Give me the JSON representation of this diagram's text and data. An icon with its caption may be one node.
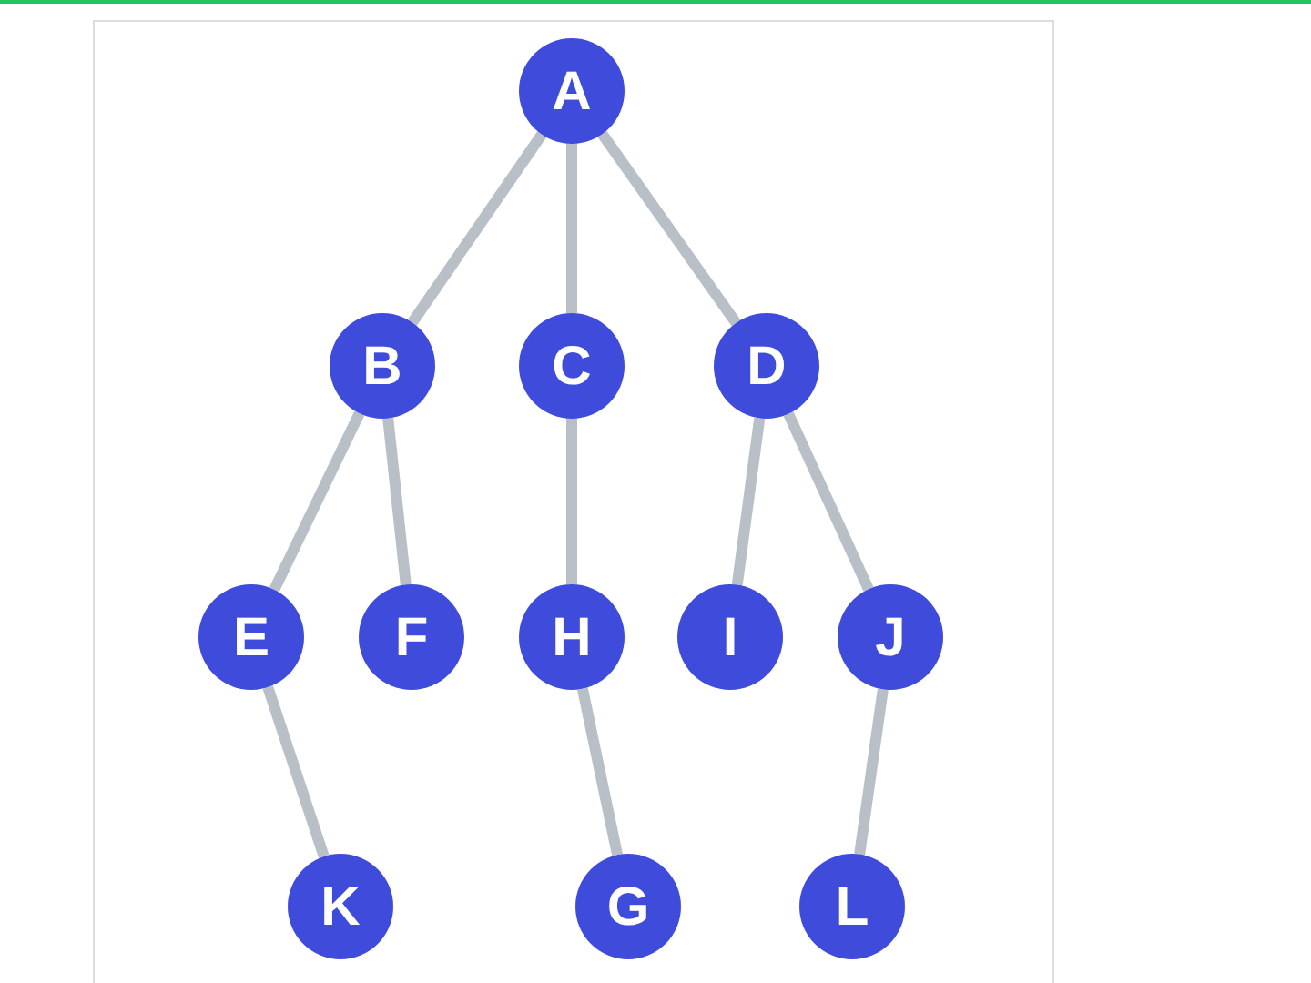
{
  "diagram": {
    "nodes": [
      {
        "text": [
          "A"
        ]
      },
      {
        "text": [
          "B"
        ]
      },
      {
        "text": [
          "C"
        ]
      },
      {
        "text": [
          "D"
        ]
      },
      {
        "text": [
          "E"
        ]
      },
      {
        "text": [
          "F"
        ]
      },
      {
        "text": [
          "H"
        ]
      },
      {
        "text": [
          "I"
        ]
      },
      {
        "text": [
          "J"
        ]
      },
      {
        "text": [
          "K"
        ]
      },
      {
        "text": [
          "G"
        ]
      },
      {
        "text": [
          "L"
        ]
      }
    ],
    "edges": [
      {
        "from": 0,
        "to": 1,
        "arrow": "none"
      },
      {
        "from": 0,
        "to": 2,
        "arrow": "none"
      },
      {
        "from": 0,
        "to": 3,
        "arrow": "none"
      },
      {
        "from": 1,
        "to": 4,
        "arrow": "none"
      },
      {
        "from": 1,
        "to": 5,
        "arrow": "none"
      },
      {
        "from": 2,
        "to": 6,
        "arrow": "none"
      },
      {
        "from": 3,
        "to": 7,
        "arrow": "none"
      },
      {
        "from": 3,
        "to": 8,
        "arrow": "none"
      },
      {
        "from": 4,
        "to": 9,
        "arrow": "none"
      },
      {
        "from": 6,
        "to": 10,
        "arrow": "none"
      },
      {
        "from": 8,
        "to": 11,
        "arrow": "none"
      }
    ]
  }
}
